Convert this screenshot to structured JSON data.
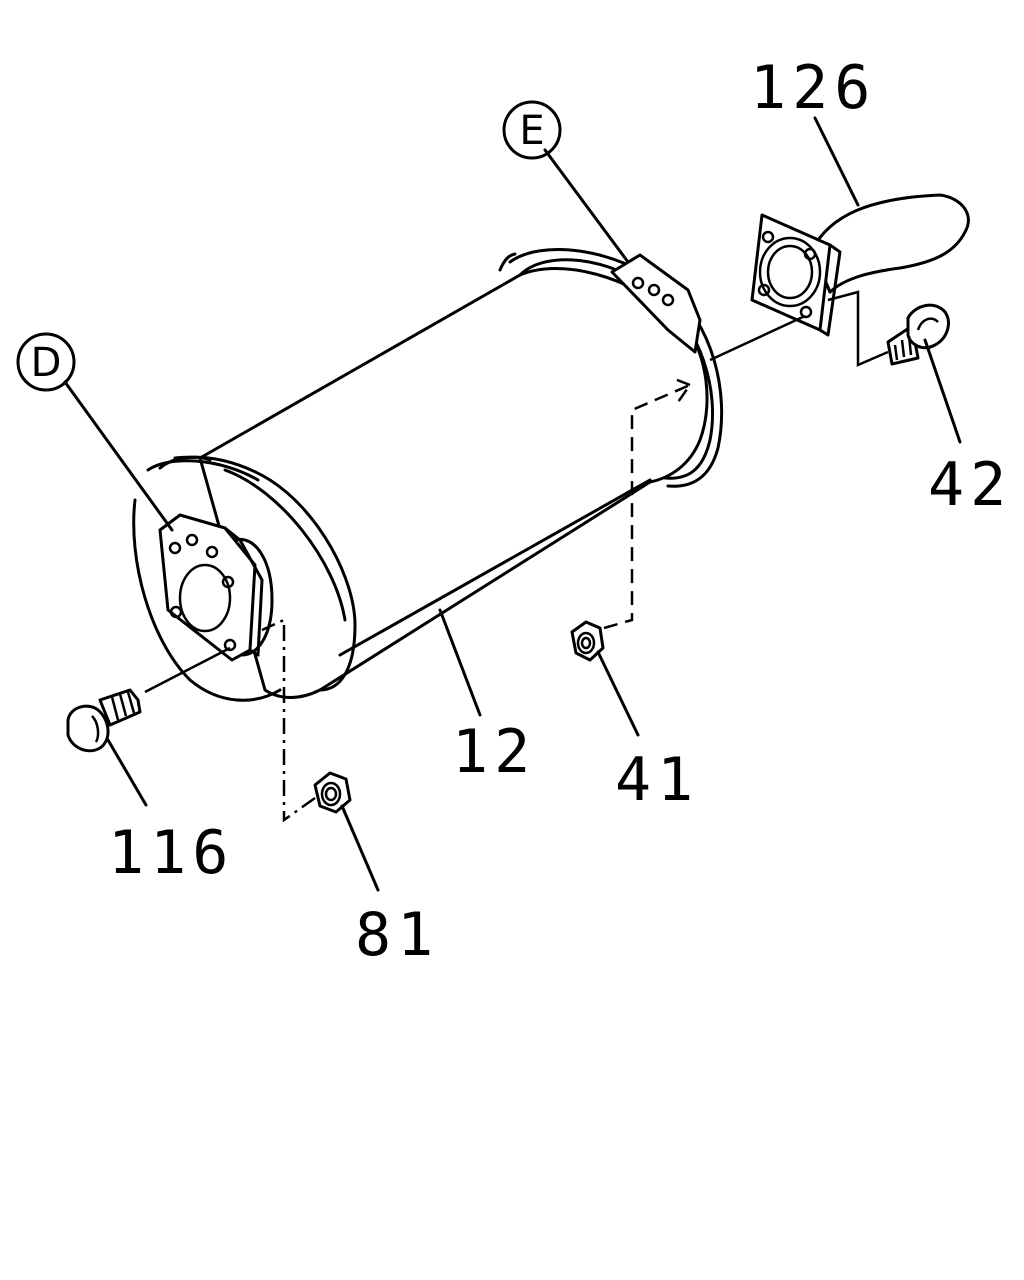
{
  "diagram": {
    "callouts": {
      "part_126": "126",
      "part_42": "42",
      "part_12": "12",
      "part_41": "41",
      "part_116": "116",
      "part_81": "81",
      "ref_D": "D",
      "ref_E": "E"
    }
  }
}
